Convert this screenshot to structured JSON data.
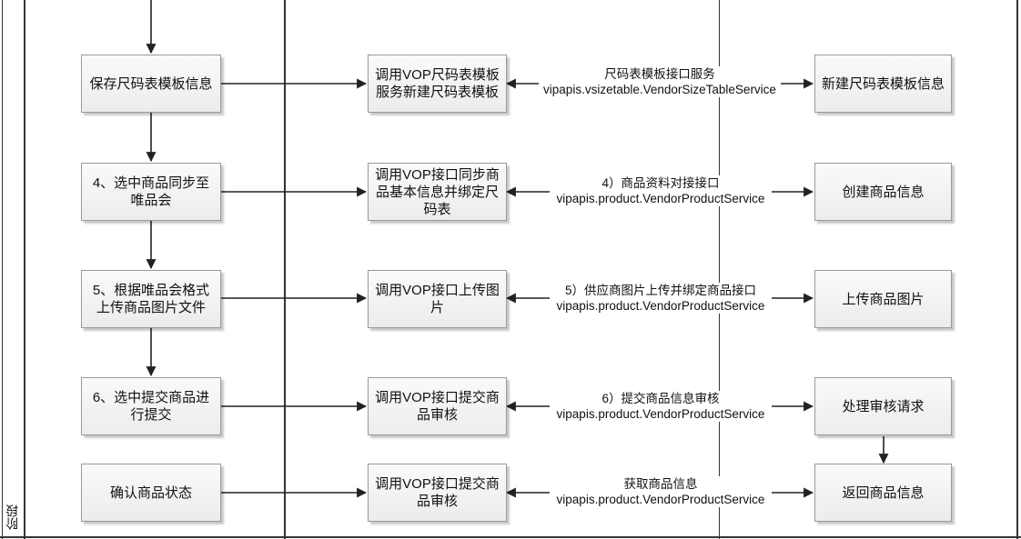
{
  "stage_label": "阶段",
  "rows": [
    {
      "left": "保存尺码表模板信息",
      "middle": "调用VOP尺码表模板服务新建尺码表模板",
      "api_name": "尺码表模板接口服务",
      "api_service": "vipapis.vsizetable.VendorSizeTableService",
      "right": "新建尺码表模板信息"
    },
    {
      "left": "4、选中商品同步至唯品会",
      "middle": "调用VOP接口同步商品基本信息并绑定尺码表",
      "api_name": "4）商品资料对接接口",
      "api_service": "vipapis.product.VendorProductService",
      "right": "创建商品信息"
    },
    {
      "left": "5、根据唯品会格式上传商品图片文件",
      "middle": "调用VOP接口上传图片",
      "api_name": "5）供应商图片上传并绑定商品接口",
      "api_service": "vipapis.product.VendorProductService",
      "right": "上传商品图片"
    },
    {
      "left": "6、选中提交商品进行提交",
      "middle": "调用VOP接口提交商品审核",
      "api_name": "6）提交商品信息审核",
      "api_service": "vipapis.product.VendorProductService",
      "right": "处理审核请求"
    },
    {
      "left": "确认商品状态",
      "middle": "调用VOP接口提交商品审核",
      "api_name": "获取商品信息",
      "api_service": "vipapis.product.VendorProductService",
      "right": "返回商品信息"
    }
  ]
}
